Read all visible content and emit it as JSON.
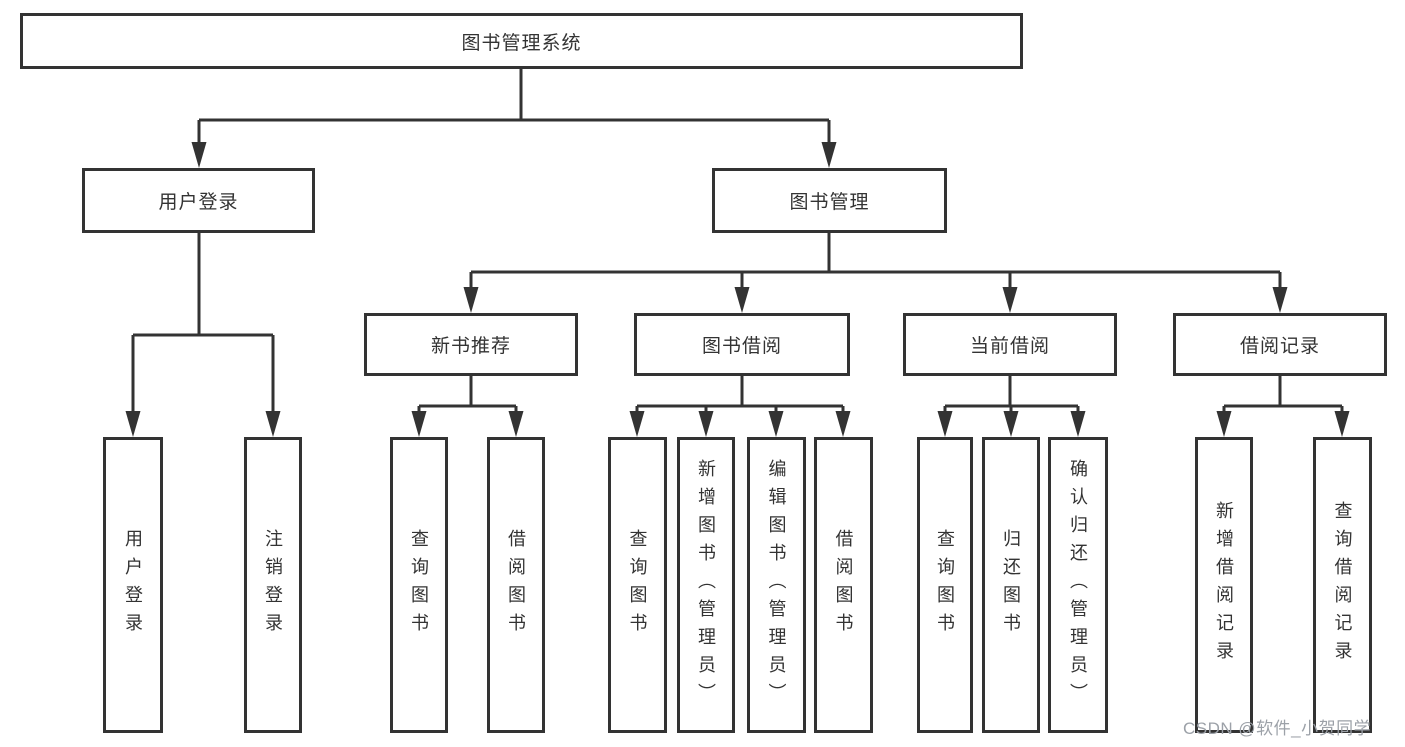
{
  "root": {
    "label": "图书管理系统"
  },
  "level1": [
    {
      "label": "用户登录"
    },
    {
      "label": "图书管理"
    }
  ],
  "level2": [
    {
      "label": "新书推荐"
    },
    {
      "label": "图书借阅"
    },
    {
      "label": "当前借阅"
    },
    {
      "label": "借阅记录"
    }
  ],
  "leaves": {
    "login": [
      "用户登录",
      "注销登录"
    ],
    "recommend": [
      "查询图书",
      "借阅图书"
    ],
    "borrow": [
      "查询图书",
      "新增图书（管理员）",
      "编辑图书（管理员）",
      "借阅图书"
    ],
    "current": [
      "查询图书",
      "归还图书",
      "确认归还（管理员）"
    ],
    "records": [
      "新增借阅记录",
      "查询借阅记录"
    ]
  },
  "watermark": "CSDN @软件_小贺同学",
  "colors": {
    "line": "#333333",
    "box_border": "#333333",
    "text": "#333333",
    "watermark": "#9ca1a8",
    "background": "#ffffff"
  }
}
